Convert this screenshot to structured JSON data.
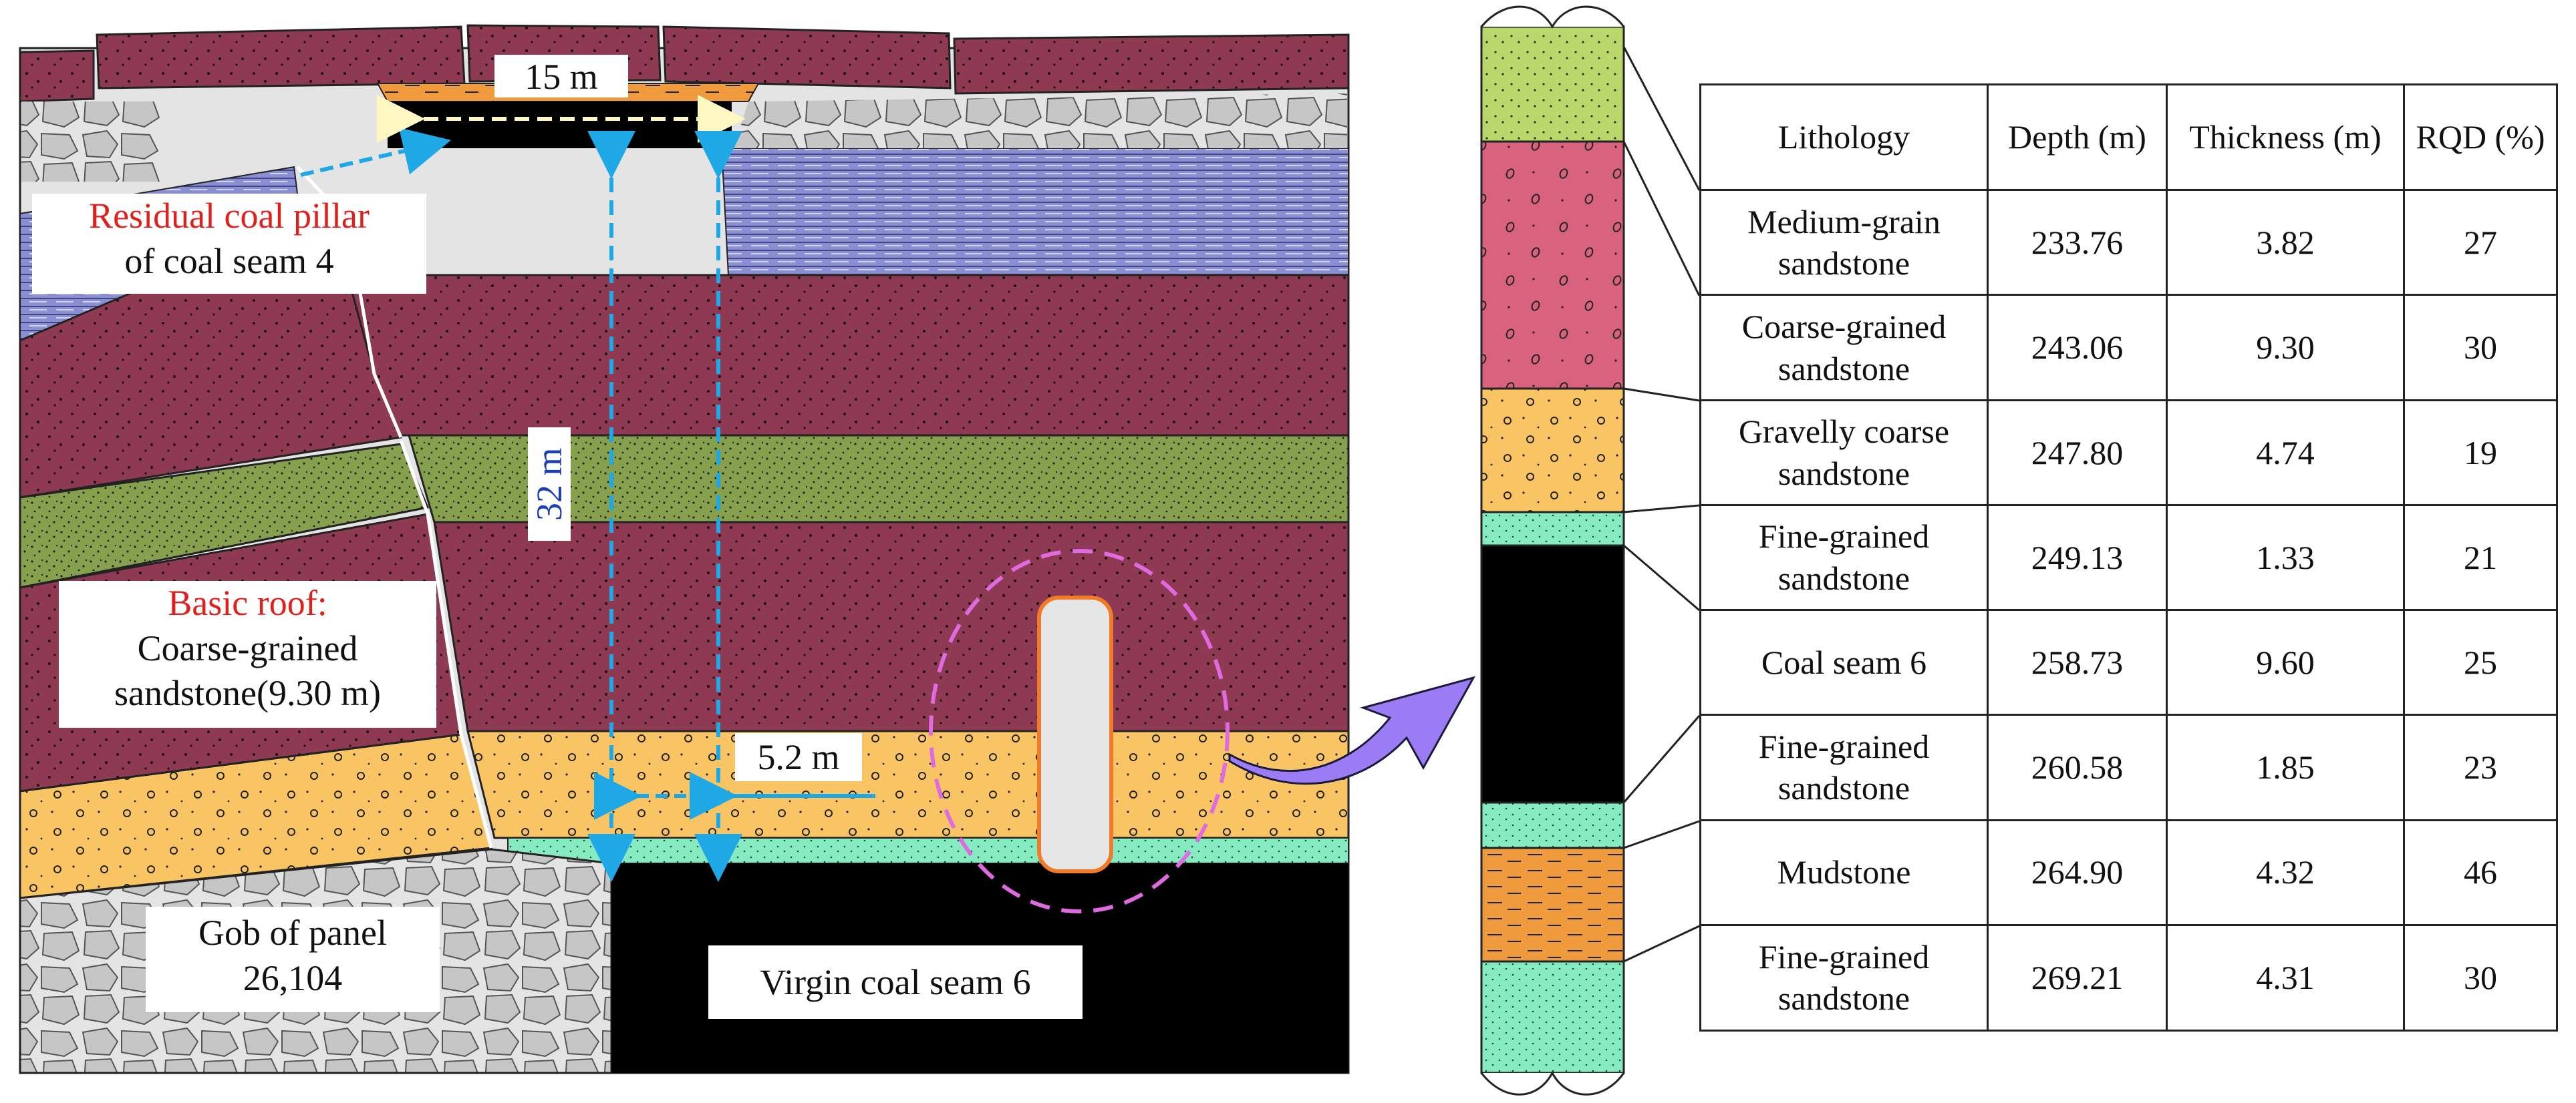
{
  "cross_section": {
    "label_pillar_width": "15 m",
    "label_height": "32 m",
    "label_offset": "5.2 m",
    "pillar_title": "Residual coal pillar",
    "pillar_sub": "of coal seam 4",
    "roof_title": "Basic roof:",
    "roof_sub1": "Coarse-grained",
    "roof_sub2": "sandstone(9.30 m)",
    "gob_line1": "Gob of panel",
    "gob_line2": "26,104",
    "virgin_coal": "Virgin coal seam 6"
  },
  "table": {
    "headers": [
      "Lithology",
      "Depth (m)",
      "Thickness (m)",
      "RQD (%)"
    ],
    "rows": [
      {
        "lithology_1": "Medium-grain",
        "lithology_2": "sandstone",
        "depth": "233.76",
        "thickness": "3.82",
        "rqd": "27"
      },
      {
        "lithology_1": "Coarse-grained",
        "lithology_2": "sandstone",
        "depth": "243.06",
        "thickness": "9.30",
        "rqd": "30"
      },
      {
        "lithology_1": "Gravelly coarse",
        "lithology_2": "sandstone",
        "depth": "247.80",
        "thickness": "4.74",
        "rqd": "19"
      },
      {
        "lithology_1": "Fine-grained",
        "lithology_2": "sandstone",
        "depth": "249.13",
        "thickness": "1.33",
        "rqd": "21"
      },
      {
        "lithology_1": "Coal seam 6",
        "lithology_2": "",
        "depth": "258.73",
        "thickness": "9.60",
        "rqd": "25"
      },
      {
        "lithology_1": "Fine-grained",
        "lithology_2": "sandstone",
        "depth": "260.58",
        "thickness": "1.85",
        "rqd": "23"
      },
      {
        "lithology_1": "Mudstone",
        "lithology_2": "",
        "depth": "264.90",
        "thickness": "4.32",
        "rqd": "46"
      },
      {
        "lithology_1": "Fine-grained",
        "lithology_2": "sandstone",
        "depth": "269.21",
        "thickness": "4.31",
        "rqd": "30"
      }
    ]
  },
  "colors": {
    "maroon": "#8e3a52",
    "green": "#86a04e",
    "yellow": "#f9c564",
    "coal": "#000000",
    "mint": "#86ebc1",
    "blue_layer": "#8a8fd4",
    "pink": "#d9637f",
    "lime": "#b9d76a",
    "orange_mud": "#f09a3e",
    "gob_grey": "#c6c6c6",
    "red_text": "#e0201c",
    "cyan_arrow": "#1ea9e6",
    "magenta_ellipse": "#e06ae0",
    "purple_arrow": "#9c7cf5"
  }
}
